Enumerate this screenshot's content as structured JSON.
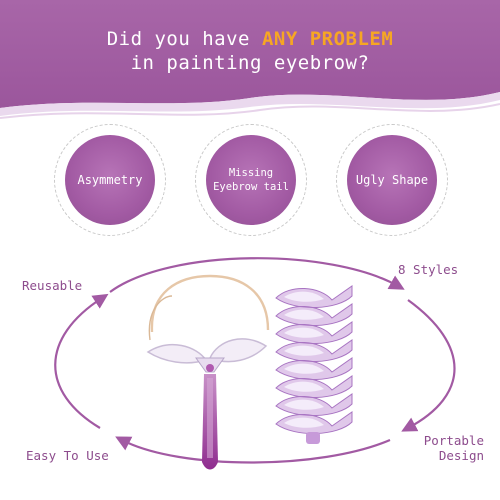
{
  "headline": {
    "line1_prefix": "Did you have ",
    "line1_accent": "ANY PROBLEM",
    "line2": "in  painting eyebrow?"
  },
  "problems": [
    {
      "label": "Asymmetry"
    },
    {
      "label_line1": "Missing",
      "label_line2": "Eyebrow tail"
    },
    {
      "label": "Ugly Shape"
    }
  ],
  "features": {
    "reusable": "Reusable",
    "styles": "8 Styles",
    "easy": "Easy To Use",
    "portable_line1": "Portable",
    "portable_line2": "Design"
  },
  "colors": {
    "banner": "#a25aa3",
    "accent": "#f6a623",
    "text_purple": "#8d4c8d",
    "stencil": "#c79ad9"
  },
  "icons": [
    "eyebrow-stencil-holder",
    "eyebrow-stencil-set"
  ]
}
